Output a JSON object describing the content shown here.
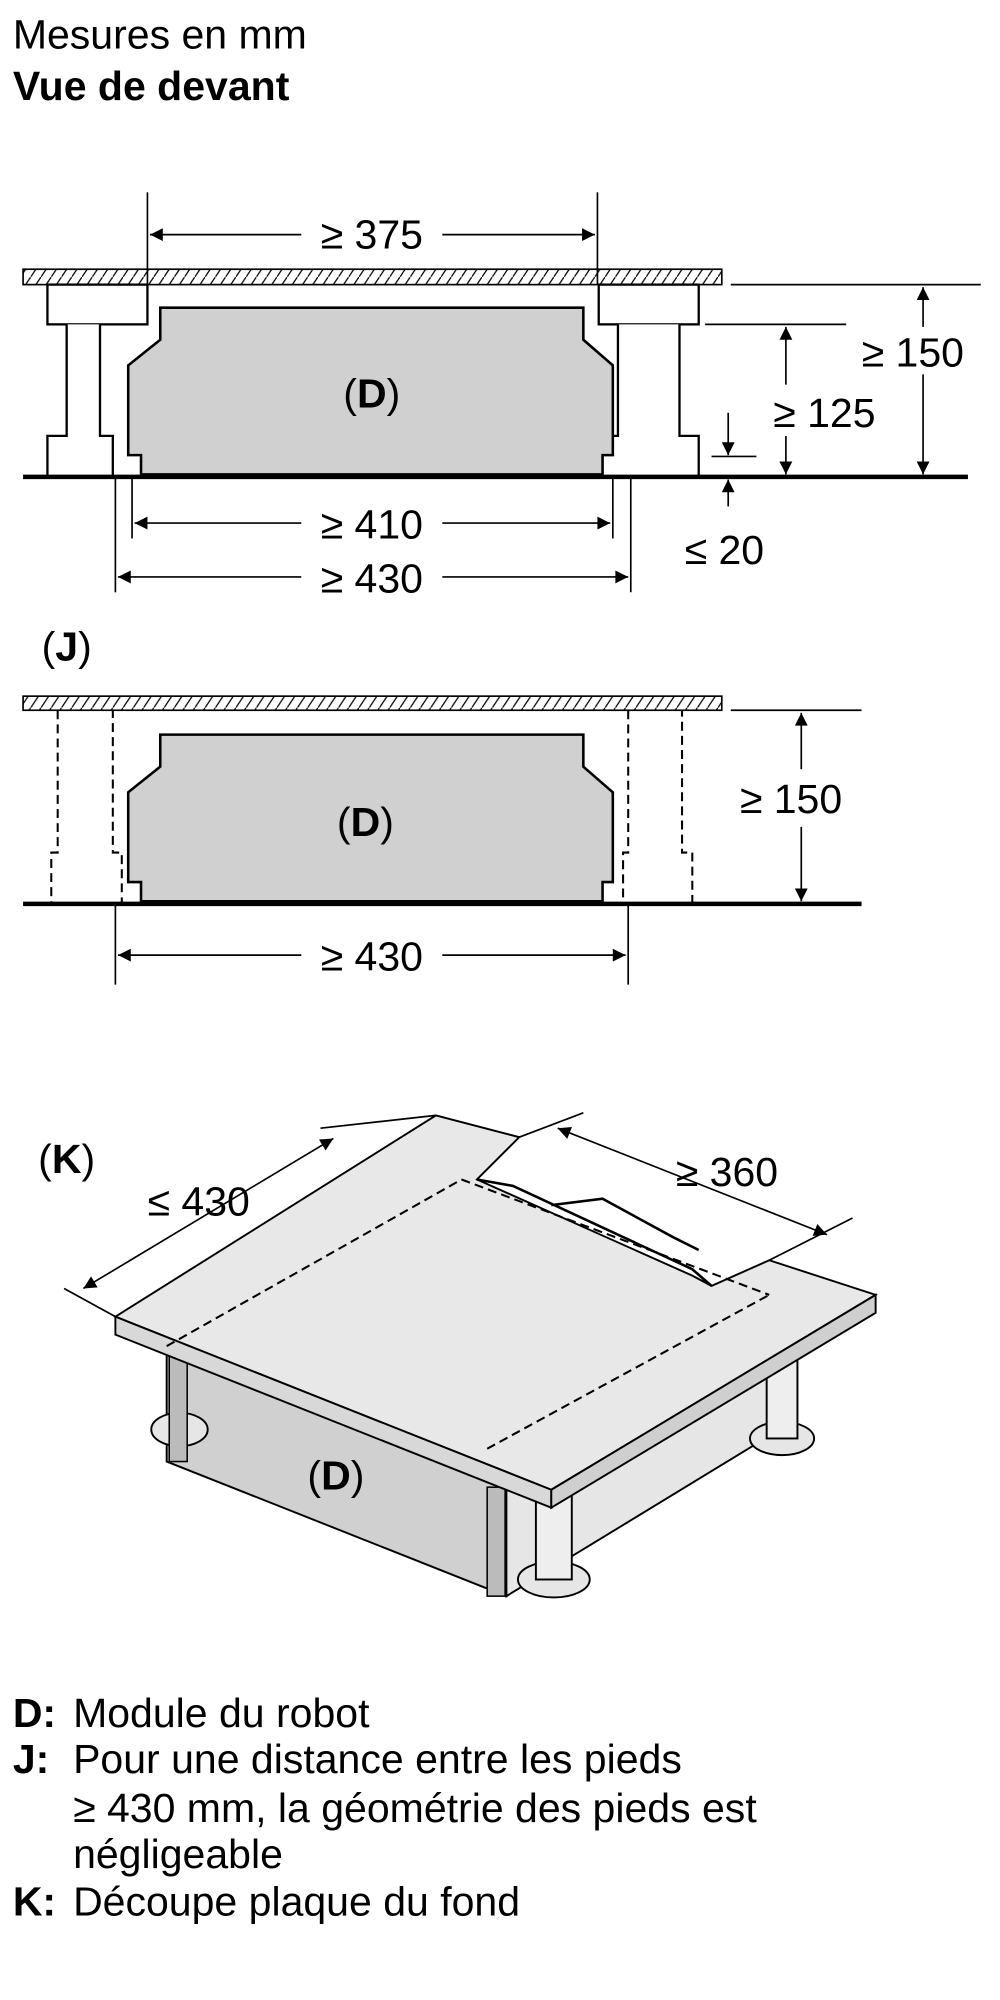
{
  "header": {
    "units": "Mesures en mm",
    "view": "Vue de devant"
  },
  "diagram_top": {
    "module_label": "D",
    "dim_top": "≥ 375",
    "dim_410": "≥ 410",
    "dim_430": "≥ 430",
    "dim_150": "≥ 150",
    "dim_125": "≥ 125",
    "dim_20": "≤ 20"
  },
  "diagram_j": {
    "label": "J",
    "module_label": "D",
    "dim_150": "≥ 150",
    "dim_430": "≥ 430"
  },
  "diagram_k": {
    "label": "K",
    "module_label": "D",
    "dim_430": "≤ 430",
    "dim_360": "≥ 360"
  },
  "legend": [
    {
      "key": "D:",
      "text": [
        "Module du robot"
      ]
    },
    {
      "key": "J:",
      "text": [
        "Pour une distance entre les pieds",
        "≥ 430 mm, la géométrie des pieds est",
        "négligeable"
      ]
    },
    {
      "key": "K:",
      "text": [
        "Découpe plaque du fond"
      ]
    }
  ]
}
